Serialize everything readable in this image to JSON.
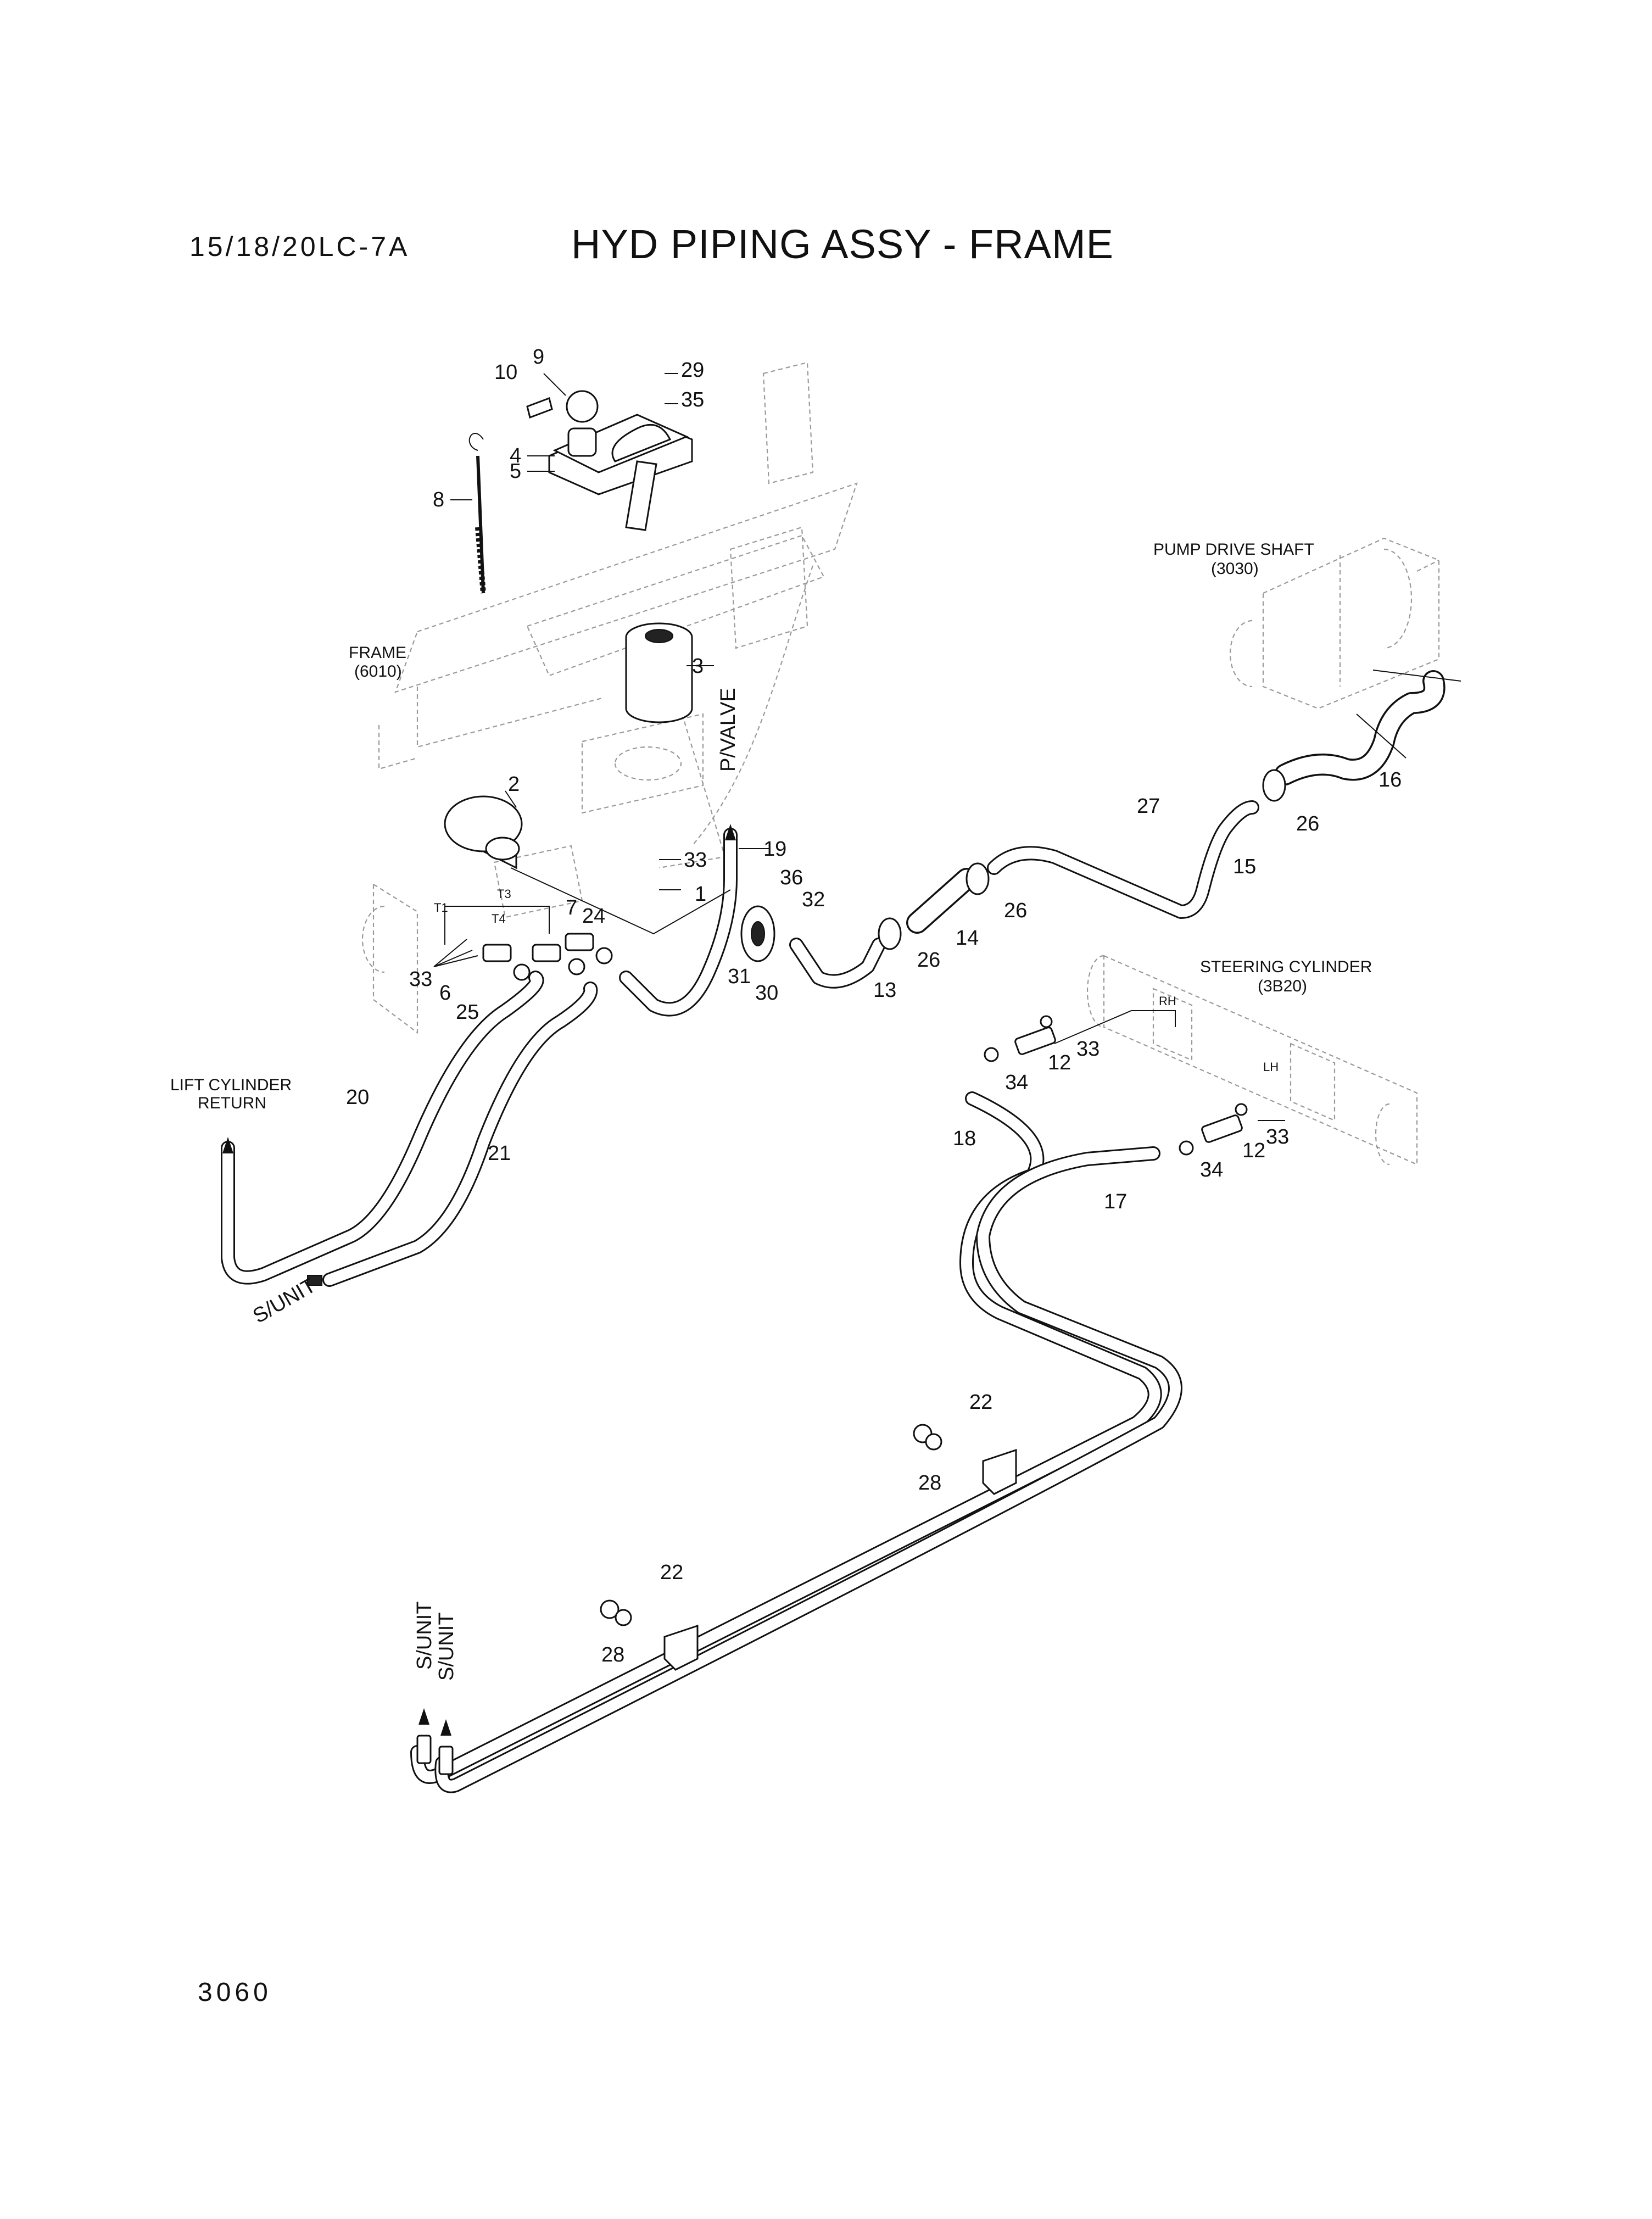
{
  "header": {
    "model": "15/18/20LC-7A",
    "title": "HYD PIPING ASSY - FRAME"
  },
  "footer": {
    "page_number": "3060"
  },
  "references": {
    "pump_drive_shaft": "PUMP DRIVE SHAFT",
    "pump_drive_shaft_code": "(3030)",
    "frame": "FRAME",
    "frame_code": "(6010)",
    "pvalve": "P/VALVE",
    "steering_cylinder": "STEERING CYLINDER",
    "steering_cylinder_code": "(3B20)",
    "lift_cylinder": "LIFT CYLINDER",
    "lift_cylinder_return": "RETURN",
    "s_unit": "S/UNIT",
    "rh": "RH",
    "lh": "LH",
    "t1": "T1",
    "t3": "T3",
    "t4": "T4"
  },
  "callouts": {
    "c1": "1",
    "c2": "2",
    "c3": "3",
    "c4": "4",
    "c5": "5",
    "c6": "6",
    "c7": "7",
    "c8": "8",
    "c9": "9",
    "c10": "10",
    "c12": "12",
    "c13": "13",
    "c14": "14",
    "c15": "15",
    "c16": "16",
    "c17": "17",
    "c18": "18",
    "c19": "19",
    "c20": "20",
    "c21": "21",
    "c22": "22",
    "c24": "24",
    "c25": "25",
    "c26": "26",
    "c27": "27",
    "c28": "28",
    "c29": "29",
    "c30": "30",
    "c31": "31",
    "c32": "32",
    "c33": "33",
    "c34": "34",
    "c35": "35",
    "c36": "36"
  }
}
